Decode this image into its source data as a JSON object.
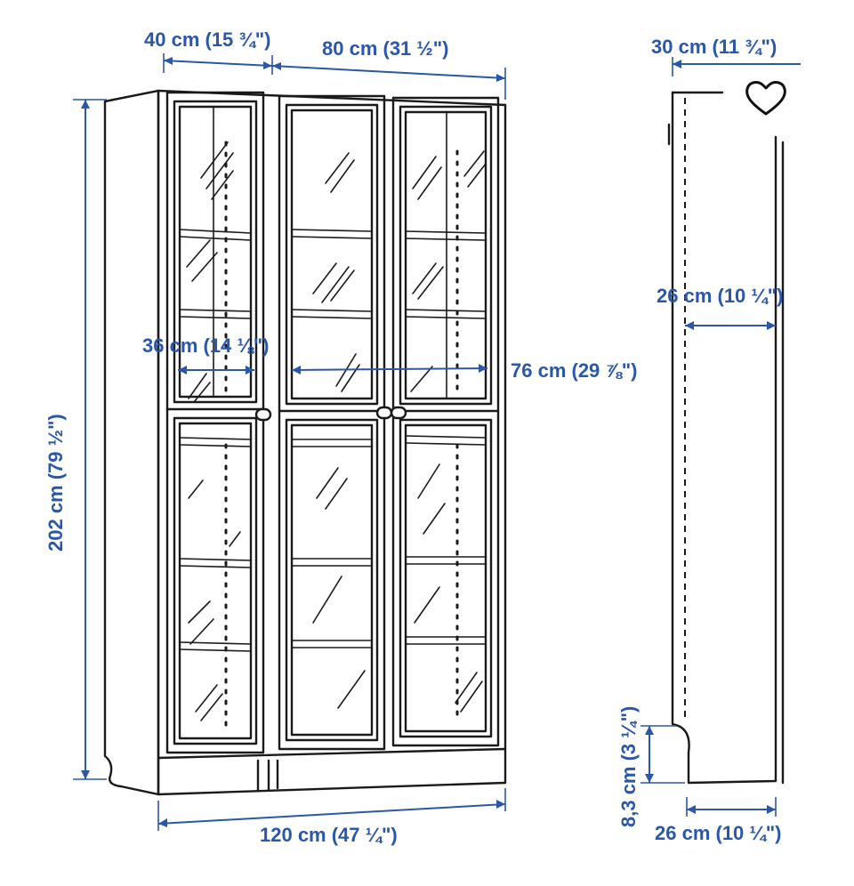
{
  "dimensions": {
    "top_left_width": "40 cm (15 ¾\")",
    "top_right_width": "80 cm (31 ½\")",
    "side_depth_top": "30 cm (11 ¾\")",
    "height": "202 cm (79 ½\")",
    "inner_left_width": "36 cm (14 ⅛\")",
    "inner_right_width": "76 cm (29 ⅞\")",
    "side_depth_middle": "26 cm (10 ¼\")",
    "total_width": "120 cm (47 ¼\")",
    "plinth_height": "8,3 cm (3 ¼\")",
    "side_depth_bottom": "26 cm (10 ¼\")"
  },
  "icons": {
    "favorite": "heart-outline-icon"
  }
}
